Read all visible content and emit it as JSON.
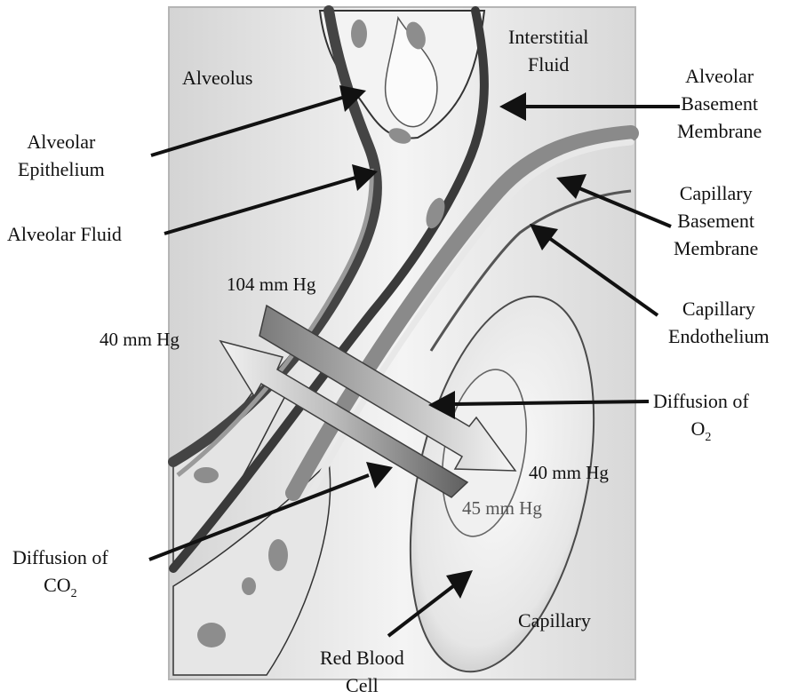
{
  "labels": {
    "alveolus": "Alveolus",
    "interstitial_fluid": [
      "Interstitial",
      "Fluid"
    ],
    "alveolar_basement_membrane": [
      "Alveolar",
      "Basement",
      "Membrane"
    ],
    "alveolar_epithelium": [
      "Alveolar",
      "Epithelium"
    ],
    "alveolar_fluid": "Alveolar Fluid",
    "capillary_basement_membrane": [
      "Capillary",
      "Basement",
      "Membrane"
    ],
    "capillary_endothelium": [
      "Capillary",
      "Endothelium"
    ],
    "diffusion_o2": {
      "line1": "Diffusion of",
      "chem": "O",
      "subscript": "2"
    },
    "diffusion_co2": {
      "line1": "Diffusion of",
      "chem": "CO",
      "subscript": "2"
    },
    "capillary": "Capillary",
    "red_blood_cell": [
      "Red Blood",
      "Cell"
    ]
  },
  "pressures": {
    "alveolar_po2": "104 mm Hg",
    "alveolar_pco2": "40 mm Hg",
    "capillary_po2": "40 mm Hg",
    "capillary_pco2": "45 mm Hg"
  }
}
